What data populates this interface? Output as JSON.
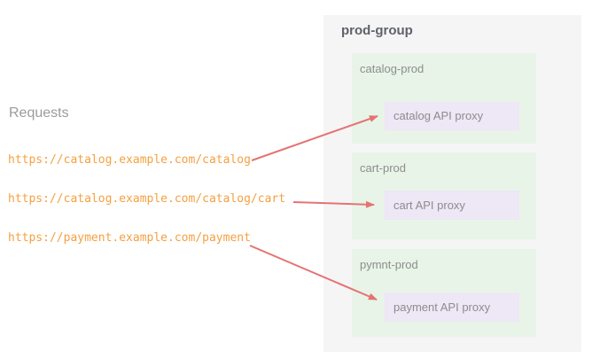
{
  "colors": {
    "panel_bg": "#f5f5f6",
    "env_bg": "#e8f4e8",
    "proxy_bg": "#ede7f6",
    "arrow": "#e57373",
    "url_text": "#f5a042",
    "requests_text": "#9b9b9b",
    "env_label_text": "#8d8d8d",
    "proxy_text": "#8d8d8d",
    "group_title_text": "#5f6368"
  },
  "requests": {
    "heading": "Requests",
    "urls": [
      "https://catalog.example.com/catalog",
      "https://catalog.example.com/catalog/cart",
      "https://payment.example.com/payment"
    ]
  },
  "prod_group": {
    "title": "prod-group",
    "environments": [
      {
        "name": "catalog-prod",
        "proxy": "catalog API proxy"
      },
      {
        "name": "cart-prod",
        "proxy": "cart API proxy"
      },
      {
        "name": "pymnt-prod",
        "proxy": "payment API proxy"
      }
    ]
  }
}
